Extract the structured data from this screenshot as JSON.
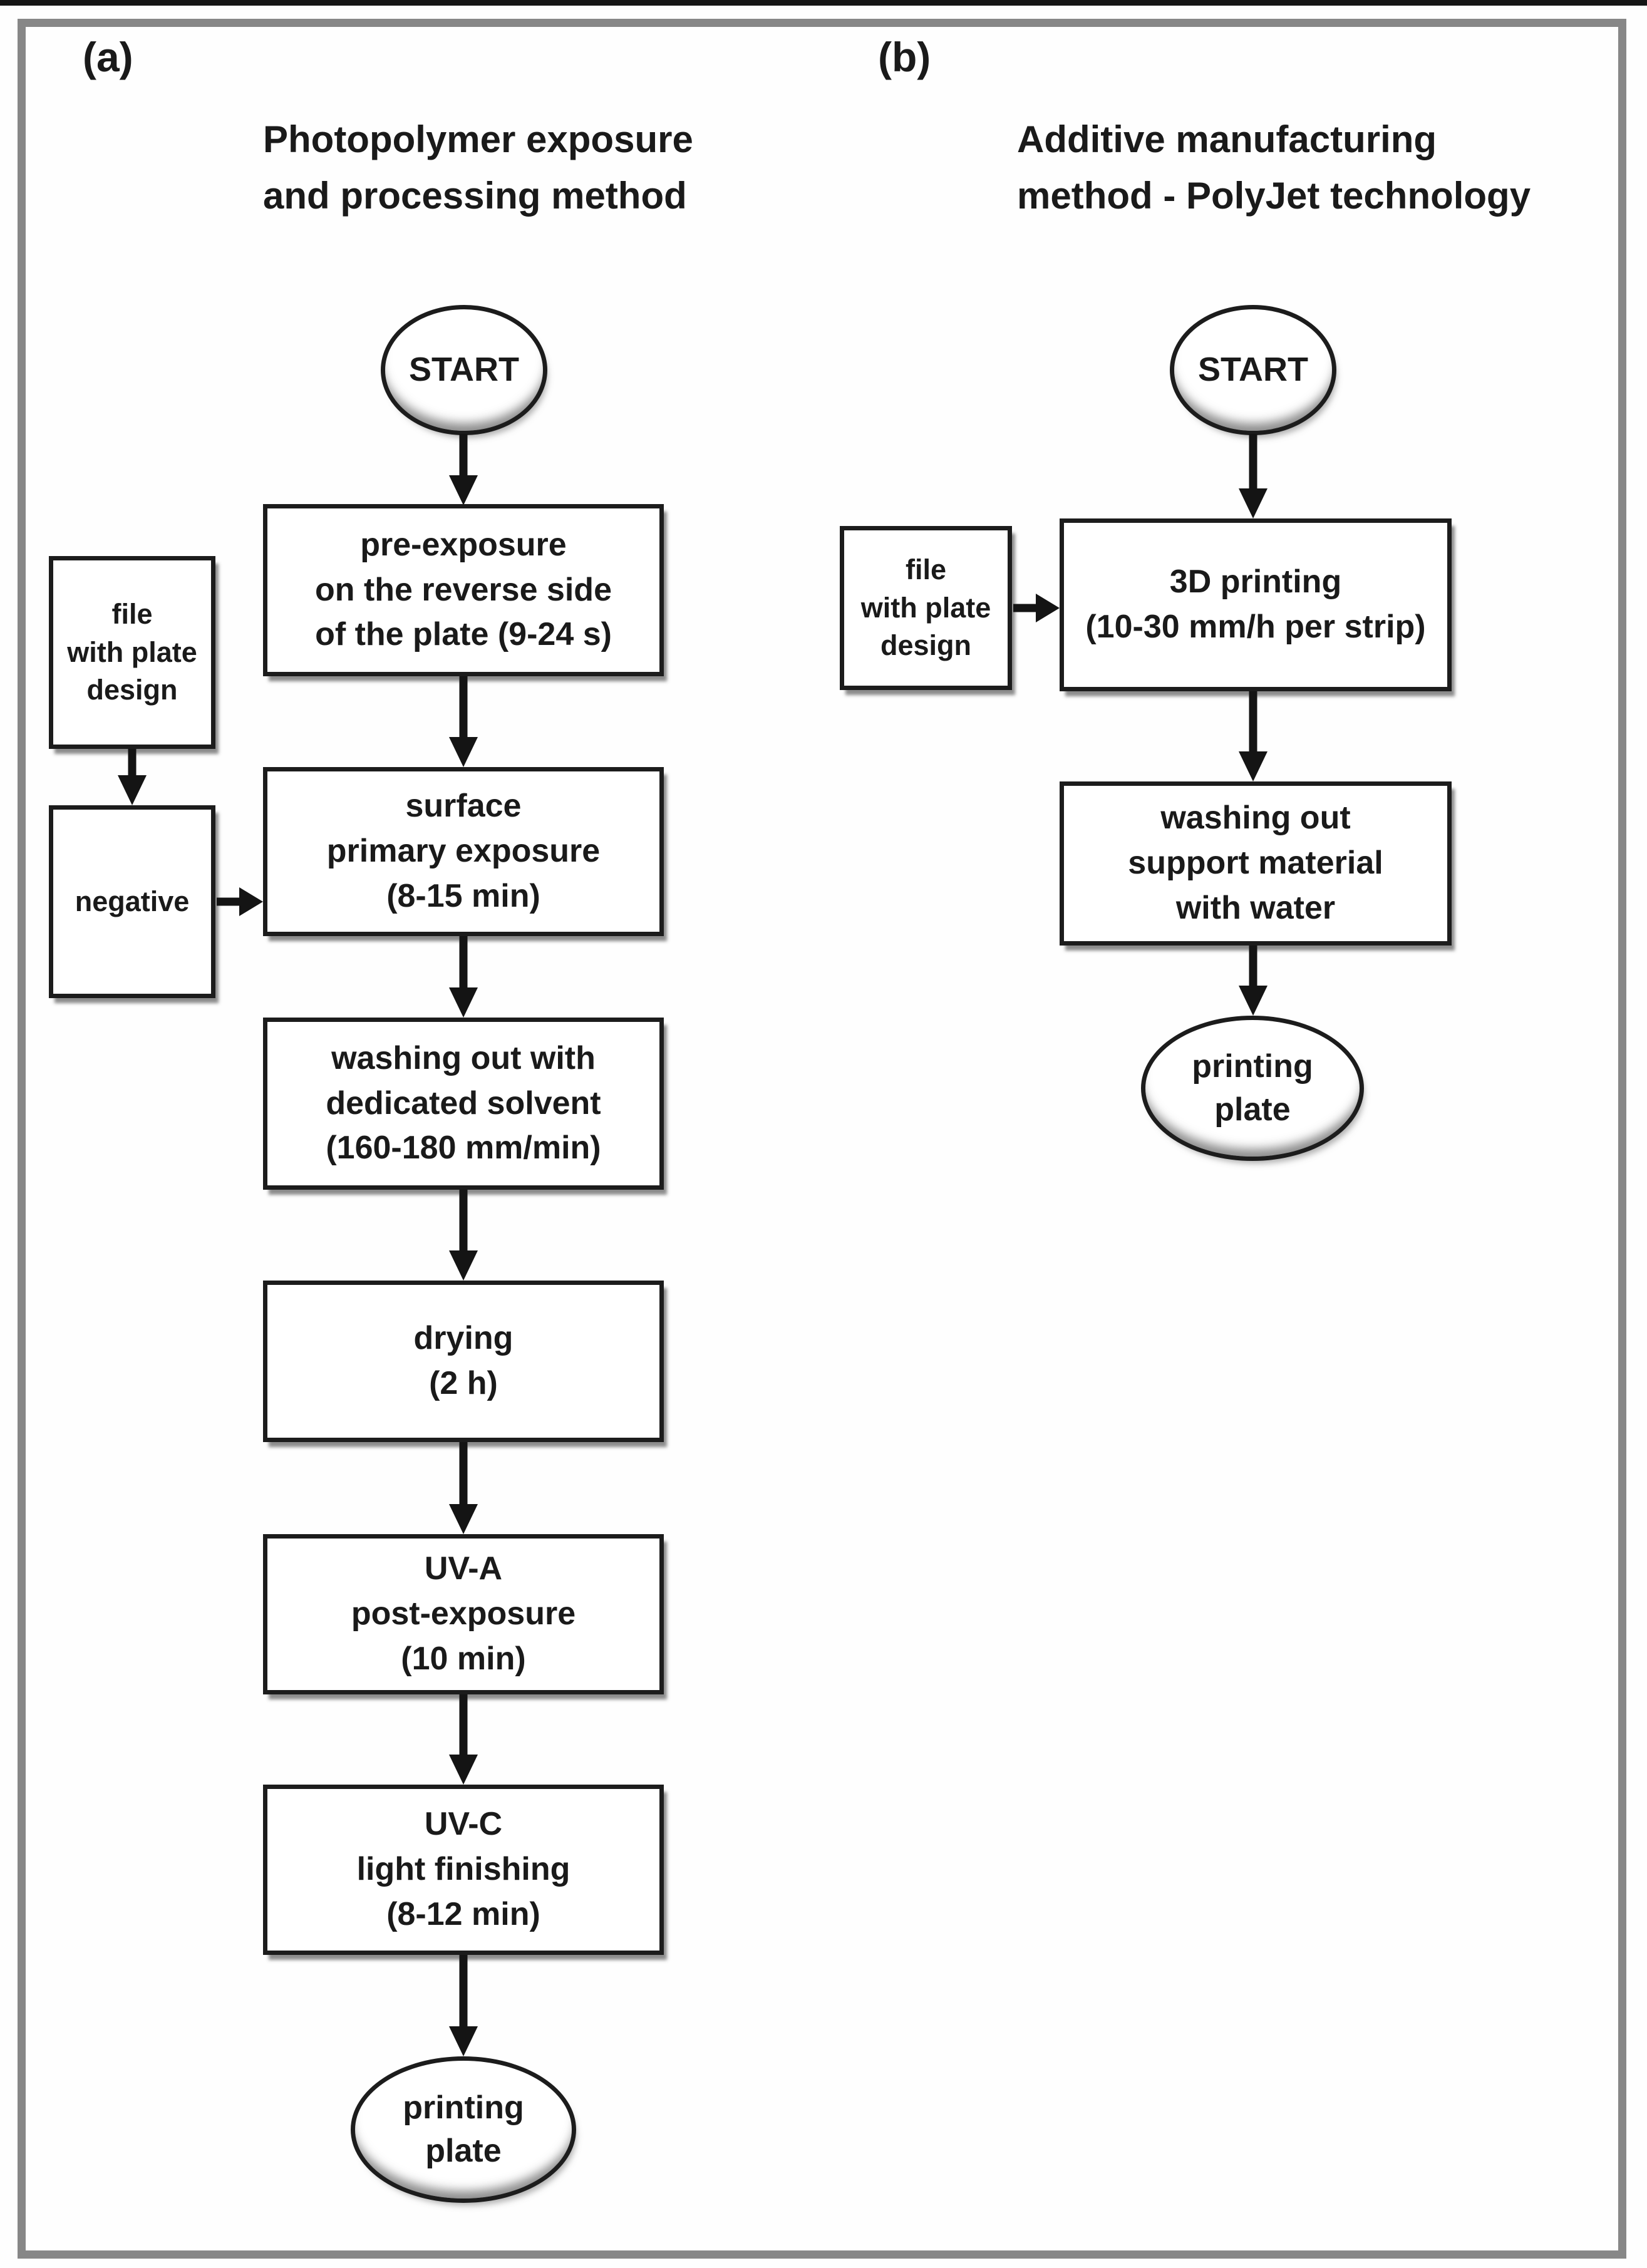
{
  "figure": {
    "panel_a": {
      "label": "(a)",
      "title": "Photopolymer exposure\nand processing method",
      "start_label": "START",
      "inputs": [
        {
          "label": "file\nwith plate\ndesign"
        },
        {
          "label": "negative"
        }
      ],
      "steps": [
        {
          "label": "pre-exposure\non the reverse side\nof the plate (9-24 s)"
        },
        {
          "label": "surface\nprimary exposure\n(8-15 min)"
        },
        {
          "label": "washing out with\ndedicated solvent\n(160-180 mm/min)"
        },
        {
          "label": "drying\n(2 h)"
        },
        {
          "label": "UV-A\npost-exposure\n(10 min)"
        },
        {
          "label": "UV-C\nlight finishing\n(8-12 min)"
        }
      ],
      "end_label": "printing\nplate"
    },
    "panel_b": {
      "label": "(b)",
      "title": "Additive manufacturing\nmethod - PolyJet technology",
      "start_label": "START",
      "inputs": [
        {
          "label": "file\nwith plate\ndesign"
        }
      ],
      "steps": [
        {
          "label": "3D printing\n(10-30 mm/h per strip)"
        },
        {
          "label": "washing out\nsupport material\nwith water"
        }
      ],
      "end_label": "printing\nplate"
    },
    "colors": {
      "ink": "#1a1a1a",
      "frame_gray": "#878787",
      "shadow_gray": "#9a9a9a",
      "background": "#fefefe"
    }
  }
}
